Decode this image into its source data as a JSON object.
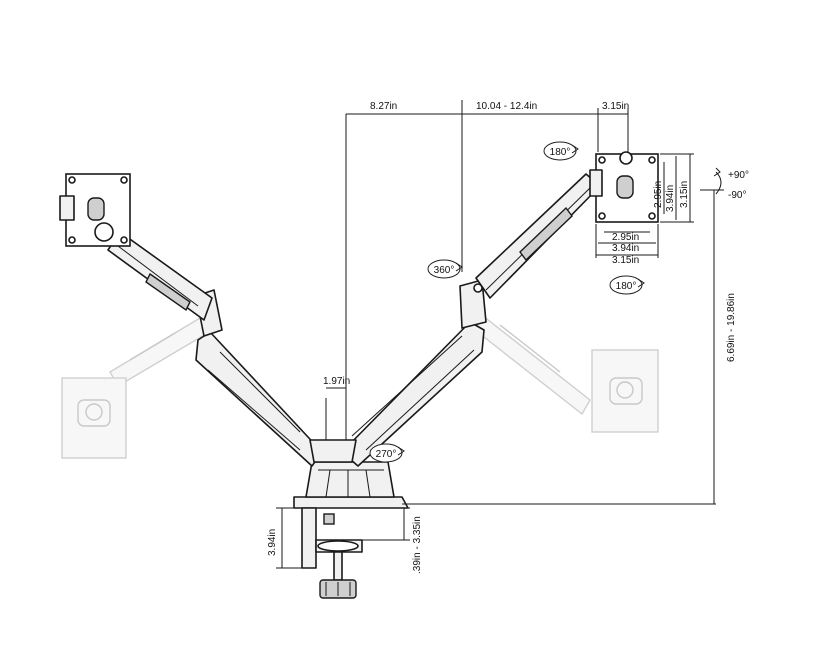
{
  "dimensions": {
    "arm_reach_left": "8.27in",
    "arm_reach_right": "10.04 - 12.4in",
    "plate_width_top": "3.15in",
    "vesa_h_small": "2.95in",
    "vesa_h_large": "3.94in",
    "vesa_h_outer": "3.15in",
    "vesa_w_small": "2.95in",
    "vesa_w_large": "3.94in",
    "vesa_w_outer": "3.15in",
    "pole_width": "1.97in",
    "height_range": "6.69in - 19.86in",
    "clamp_depth": "3.94in",
    "clamp_range": ".39in - 3.35in"
  },
  "rotations": {
    "plate_rotate_top": "180°",
    "plate_rotate_bottom": "180°",
    "arm_swivel": "360°",
    "base_swivel": "270°",
    "tilt_up": "+90°",
    "tilt_down": "-90°"
  }
}
